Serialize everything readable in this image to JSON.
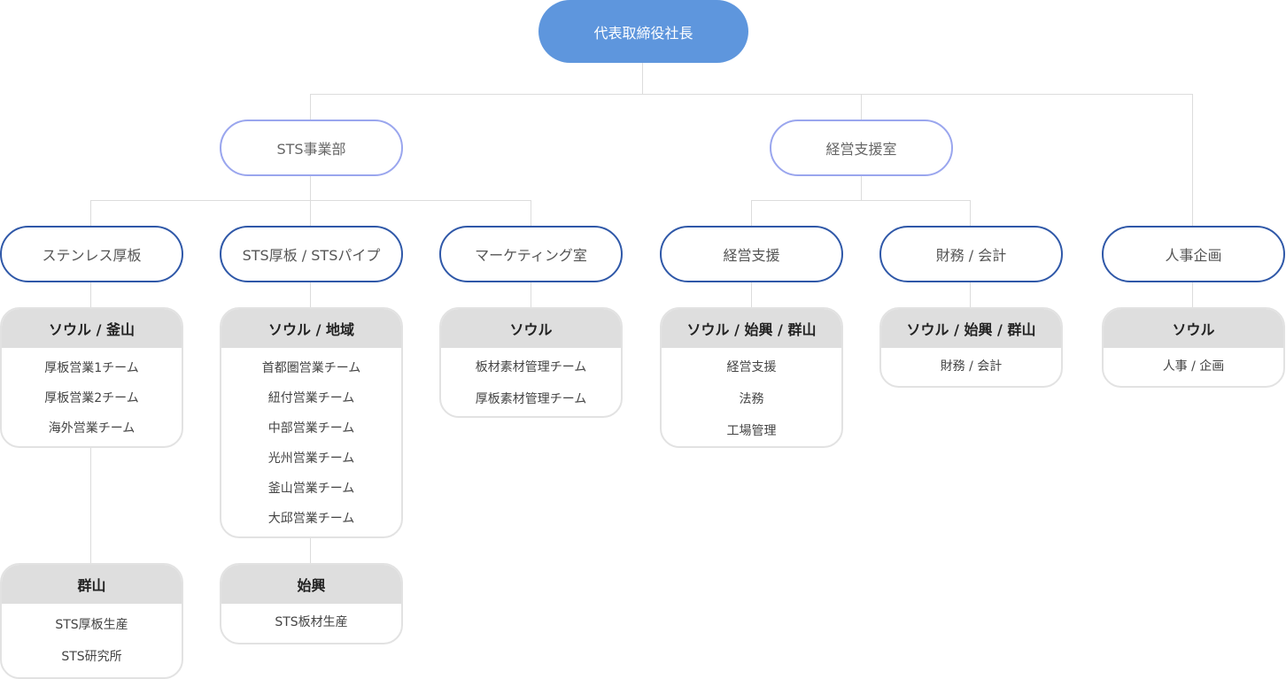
{
  "ceo": "代表取締役社長",
  "divisions": {
    "sts": "STS事業部",
    "management": "経営支援室"
  },
  "departments": {
    "stainless": "ステンレス厚板",
    "sts_pipe": "STS厚板 / STSパイプ",
    "marketing": "マーケティング室",
    "mgmt_support": "経営支援",
    "finance": "財務 / 会計",
    "hr": "人事企画"
  },
  "cards": {
    "seoul_busan": {
      "title": "ソウル / 釜山",
      "items": [
        "厚板営業1チーム",
        "厚板営業2チーム",
        "海外営業チーム"
      ]
    },
    "gunsan": {
      "title": "群山",
      "items": [
        "STS厚板生産",
        "STS研究所"
      ]
    },
    "seoul_region": {
      "title": "ソウル / 地域",
      "items": [
        "首都圏営業チーム",
        "紐付営業チーム",
        "中部営業チーム",
        "光州営業チーム",
        "釜山営業チーム",
        "大邱営業チーム"
      ]
    },
    "siheung": {
      "title": "始興",
      "items": [
        "STS板材生産"
      ]
    },
    "seoul_marketing": {
      "title": "ソウル",
      "items": [
        "板材素材管理チーム",
        "厚板素材管理チーム"
      ]
    },
    "seoul_siheung_gunsan_mgmt": {
      "title": "ソウル / 始興 / 群山",
      "items": [
        "経営支援",
        "法務",
        "工場管理"
      ]
    },
    "seoul_siheung_gunsan_fin": {
      "title": "ソウル / 始興 / 群山",
      "items": [
        "財務 / 会計"
      ]
    },
    "seoul_hr": {
      "title": "ソウル",
      "items": [
        "人事 / 企画"
      ]
    }
  }
}
